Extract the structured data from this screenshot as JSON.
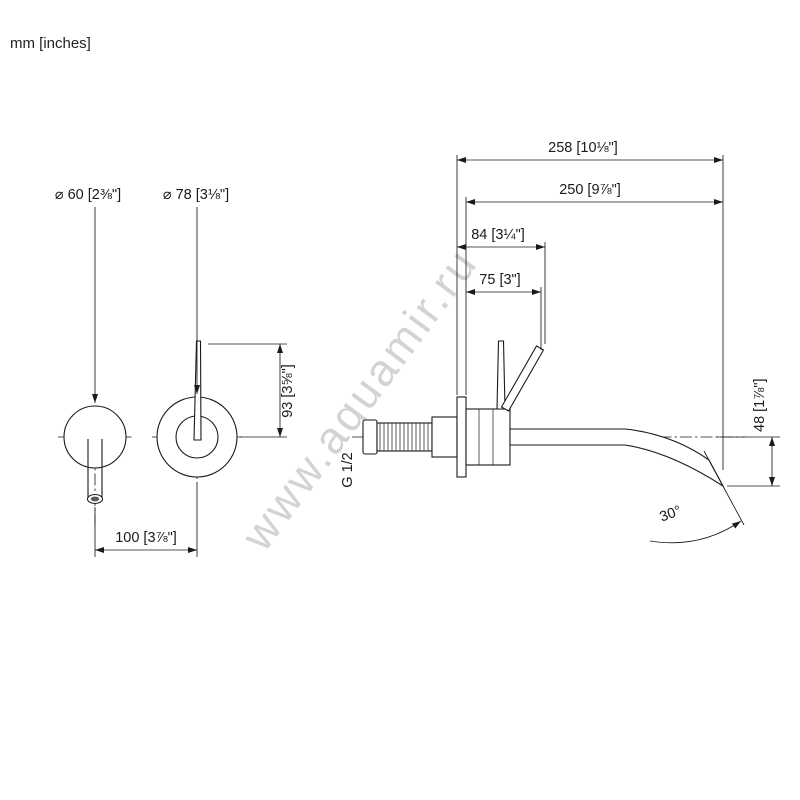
{
  "page": {
    "units_label": "mm [inches]",
    "watermark": "www.aquamir.ru"
  },
  "colors": {
    "line": "#1a1a1a",
    "watermark": "#a9a9ad",
    "background": "#ffffff"
  },
  "front_view": {
    "spout_escutcheon_diameter": "⌀ 60 [2⅜\"]",
    "handle_escutcheon_diameter": "⌀ 78 [3⅛\"]",
    "lever_height": "93 [3⅝\"]",
    "center_distance": "100 [3⅞\"]"
  },
  "side_view": {
    "total_projection": "258 [10⅛\"]",
    "spout_projection": "250 [9⅞\"]",
    "lever_reach_outer": "84 [3¼\"]",
    "lever_reach_inner": "75 [3\"]",
    "outlet_drop": "48 [1⅞\"]",
    "thread_label": "G 1/2",
    "spout_angle": "30°"
  }
}
